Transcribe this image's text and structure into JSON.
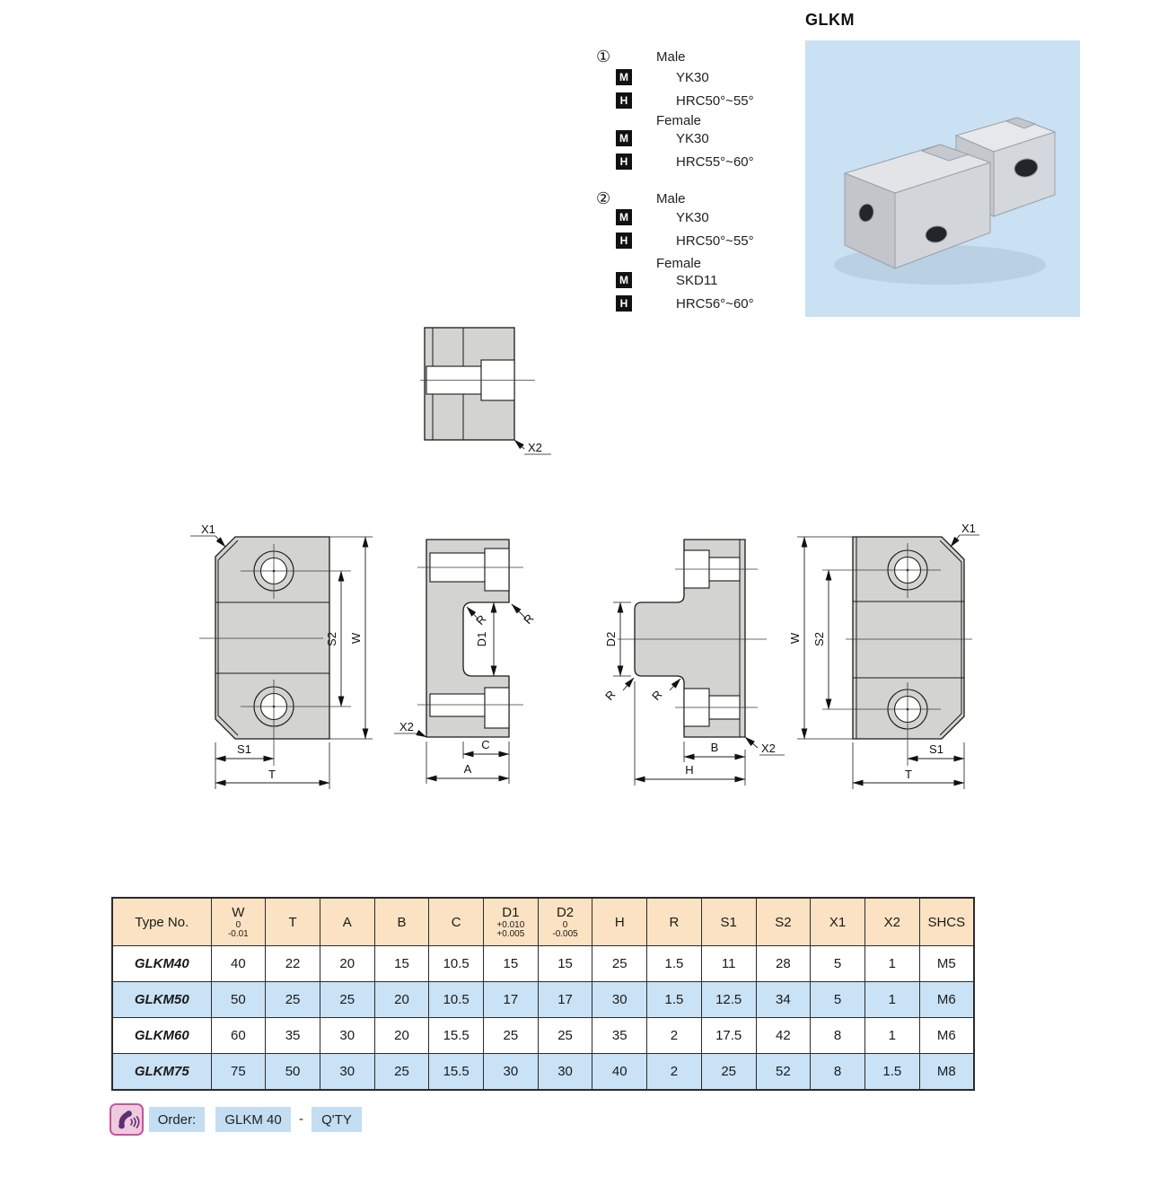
{
  "page": {
    "title": "GLKM"
  },
  "specs": {
    "material_badge": "M",
    "hardness_badge": "H",
    "groups": [
      {
        "num": "①",
        "sections": [
          {
            "gender": "Male",
            "material": "YK30",
            "hardness": "HRC50°~55°"
          },
          {
            "gender": "Female",
            "material": "YK30",
            "hardness": "HRC55°~60°"
          }
        ]
      },
      {
        "num": "②",
        "sections": [
          {
            "gender": "Male",
            "material": "YK30",
            "hardness": "HRC50°~55°"
          },
          {
            "gender": "Female",
            "material": "SKD11",
            "hardness": "HRC56°~60°"
          }
        ]
      }
    ]
  },
  "drawing_labels": {
    "x1": "X1",
    "x2": "X2",
    "s1": "S1",
    "s2": "S2",
    "t": "T",
    "w": "W",
    "a": "A",
    "b": "B",
    "c": "C",
    "d1": "D1",
    "d2": "D2",
    "h": "H",
    "r": "R"
  },
  "table": {
    "headers": [
      {
        "label": "Type No."
      },
      {
        "label": "W",
        "tol": [
          "0",
          "-0.01"
        ]
      },
      {
        "label": "T"
      },
      {
        "label": "A"
      },
      {
        "label": "B"
      },
      {
        "label": "C"
      },
      {
        "label": "D1",
        "tol": [
          "+0.010",
          "+0.005"
        ]
      },
      {
        "label": "D2",
        "tol": [
          "0",
          "-0.005"
        ]
      },
      {
        "label": "H"
      },
      {
        "label": "R"
      },
      {
        "label": "S1"
      },
      {
        "label": "S2"
      },
      {
        "label": "X1"
      },
      {
        "label": "X2"
      },
      {
        "label": "SHCS"
      }
    ],
    "rows": [
      {
        "type": "GLKM40",
        "highlight": false,
        "values": [
          "40",
          "22",
          "20",
          "15",
          "10.5",
          "15",
          "15",
          "25",
          "1.5",
          "11",
          "28",
          "5",
          "1",
          "M5"
        ]
      },
      {
        "type": "GLKM50",
        "highlight": true,
        "values": [
          "50",
          "25",
          "25",
          "20",
          "10.5",
          "17",
          "17",
          "30",
          "1.5",
          "12.5",
          "34",
          "5",
          "1",
          "M6"
        ]
      },
      {
        "type": "GLKM60",
        "highlight": false,
        "values": [
          "60",
          "35",
          "30",
          "20",
          "15.5",
          "25",
          "25",
          "35",
          "2",
          "17.5",
          "42",
          "8",
          "1",
          "M6"
        ]
      },
      {
        "type": "GLKM75",
        "highlight": true,
        "values": [
          "75",
          "50",
          "30",
          "25",
          "15.5",
          "30",
          "30",
          "40",
          "2",
          "25",
          "52",
          "8",
          "1.5",
          "M8"
        ]
      }
    ]
  },
  "order": {
    "icon": "phone-icon",
    "label": "Order:",
    "part": "GLKM 40",
    "separator": "-",
    "qty": "Q'TY"
  },
  "colors": {
    "table_header_bg": "#fbe2c3",
    "table_stripe_blue": "#c9e2f5",
    "photo_bg": "#c9e1f3",
    "part_fill": "#d3d3cf",
    "phone_chip_bg": "#eecade",
    "phone_chip_border": "#c553a1",
    "phone_glyph": "#5f2d74",
    "order_chip_bg": "#c3ddf2"
  }
}
